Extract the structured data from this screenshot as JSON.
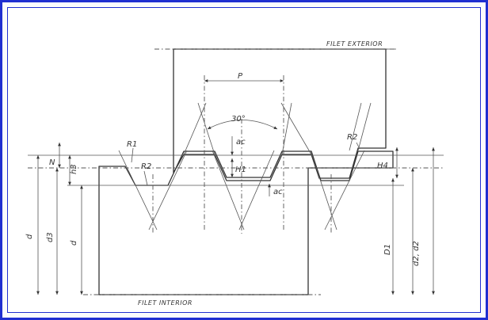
{
  "labels": {
    "filet_exterior": "FILET EXTERIOR",
    "filet_interior": "FILET INTERIOR",
    "pitch": "P",
    "angle": "30°",
    "r1": "R1",
    "r2_left": "R2",
    "r2_right": "R2",
    "ac_top": "ac",
    "ac_bottom": "ac",
    "n": "N",
    "h1": "H1",
    "h4": "H4",
    "h3": "h3",
    "d": "d",
    "d3": "d3",
    "d_inner": "d",
    "d1": "D1",
    "d2": "d2, d2"
  },
  "colors": {
    "frame": "#1f2fd0",
    "pencil": "#333333",
    "hatch": "#9a9a9a"
  }
}
